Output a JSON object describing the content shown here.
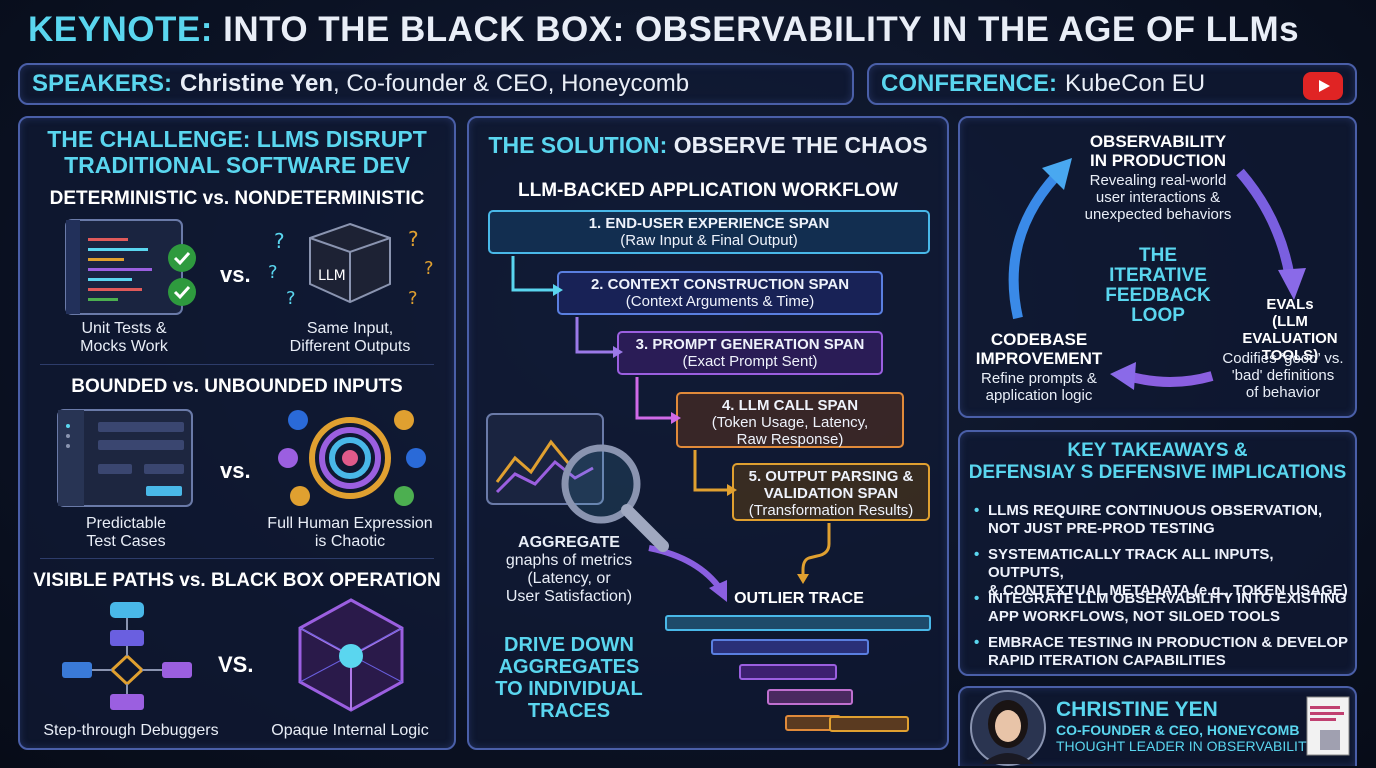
{
  "header": {
    "prefix": "KEYNOTE:",
    "title": "INTO THE BLACK BOX: OBSERVABILITY IN THE AGE OF LLMs"
  },
  "speakers_bar": {
    "label": "SPEAKERS:",
    "name": "Christine Yen",
    "role": ", Co-founder & CEO, Honeycomb"
  },
  "conference_bar": {
    "label": "CONFERENCE:",
    "name": "KubeCon EU",
    "icon": "youtube-icon"
  },
  "challenge": {
    "title_line1": "THE CHALLENGE: LLMS DISRUPT",
    "title_line2": "TRADITIONAL SOFTWARE DEV",
    "sections": [
      {
        "heading": "DETERMINISTIC vs. NONDETERMINISTIC",
        "left_caption_1": "Unit Tests &",
        "left_caption_2": "Mocks Work",
        "vs": "vs.",
        "right_caption_1": "Same Input,",
        "right_caption_2": "Different Outputs",
        "cube_label": "LLM"
      },
      {
        "heading": "BOUNDED vs. UNBOUNDED INPUTS",
        "left_caption_1": "Predictable",
        "left_caption_2": "Test Cases",
        "vs": "vs.",
        "right_caption_1": "Full Human Expression",
        "right_caption_2": "is Chaotic"
      },
      {
        "heading": "VISIBLE PATHS vs. BLACK BOX OPERATION",
        "left_caption_1": "Step-through Debuggers",
        "vs": "VS.",
        "right_caption_1": "Opaque Internal Logic"
      }
    ]
  },
  "solution": {
    "title_prefix": "THE SOLUTION:",
    "title_rest": "OBSERVE THE CHAOS",
    "workflow_title": "LLM-BACKED APPLICATION WORKFLOW",
    "spans": [
      {
        "title": "1. END-USER EXPERIENCE SPAN",
        "sub": "(Raw Input & Final Output)"
      },
      {
        "title": "2. CONTEXT CONSTRUCTION SPAN",
        "sub": "(Context Arguments & Time)"
      },
      {
        "title": "3. PROMPT GENERATION SPAN",
        "sub": "(Exact Prompt Sent)"
      },
      {
        "title": "4. LLM CALL SPAN",
        "sub": "(Token Usage, Latency,",
        "sub2": "Raw Response)"
      },
      {
        "title": "5. OUTPUT PARSING &",
        "sub": "VALIDATION SPAN",
        "sub2": "(Transformation Results)"
      }
    ],
    "aggregate_title": "AGGREGATE",
    "aggregate_l2": "gnaphs of metrics",
    "aggregate_l3": "(Latency, or",
    "aggregate_l4": "User Satisfaction)",
    "outlier_title": "OUTLIER TRACE",
    "drive_l1": "DRIVE DOWN",
    "drive_l2": "AGGREGATES",
    "drive_l3": "TO INDIVIDUAL",
    "drive_l4": "TRACES"
  },
  "loop": {
    "center_l1": "THE",
    "center_l2": "ITERATIVE",
    "center_l3": "FEEDBACK",
    "center_l4": "LOOP",
    "top_title_l1": "OBSERVABILITY",
    "top_title_l2": "IN PRODUCTION",
    "top_desc_l1": "Revealing real-world",
    "top_desc_l2": "user interactions &",
    "top_desc_l3": "unexpected behaviors",
    "right_title_l1": "EVALs",
    "right_title_l2": "(LLM EVALUATION",
    "right_title_l3": "TOOLS)",
    "right_desc_l1": "Codifies ‘good’ vs.",
    "right_desc_l2": "'bad' definitions",
    "right_desc_l3": "of behavior",
    "left_title_l1": "CODEBASE",
    "left_title_l2": "IMPROVEMENT",
    "left_desc_l1": "Refine prompts &",
    "left_desc_l2": "application logic"
  },
  "takeaways": {
    "title_l1": "KEY TAKEAWAYS &",
    "title_l2": "DEFENSIAY S DEFENSIVE IMPLICATIONS",
    "items": [
      {
        "l1": "LLMS REQUIRE CONTINUOUS OBSERVATION,",
        "l2": "NOT JUST PRE-PROD TESTING"
      },
      {
        "l1": "SYSTEMATICALLY TRACK ALL INPUTS, OUTPUTS,",
        "l2": "& CONTEXTUAL METADATA (e.g., TOKEN USAGE)"
      },
      {
        "l1": "INTEGRATE LLM OBSERVABILITY INTO EXISTING",
        "l2": "APP WORKFLOWS, NOT SILOED TOOLS"
      },
      {
        "l1": "EMBRACE TESTING IN PRODUCTION & DEVELOP",
        "l2": "RAPID ITERATION CAPABILITIES"
      }
    ]
  },
  "speaker_card": {
    "name": "CHRISTINE YEN",
    "role": "CO-FOUNDER & CEO, HONEYCOMB",
    "tagline": "THOUGHT LEADER IN OBSERVABILITY"
  },
  "colors": {
    "accent_cyan": "#5ad6ef",
    "panel_border": "#4a5fa8",
    "youtube_red": "#e02424"
  }
}
